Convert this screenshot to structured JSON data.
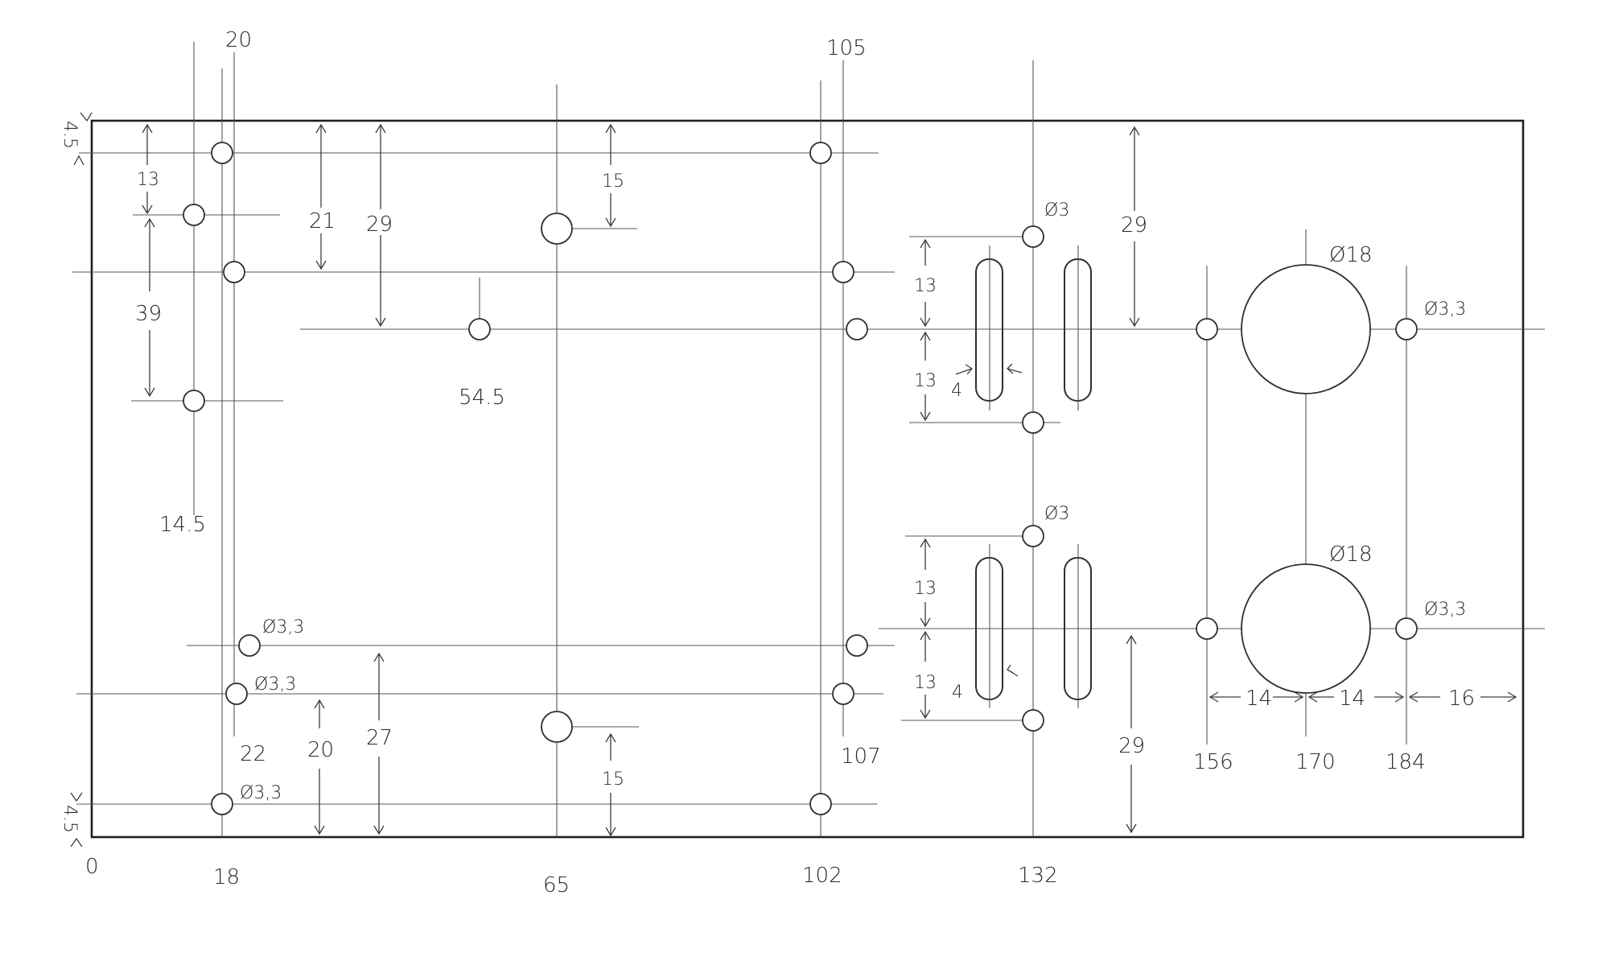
{
  "drawing": {
    "x_positions": [
      "0",
      "18",
      "20",
      "65",
      "102",
      "105",
      "132",
      "14.5",
      "54.5",
      "22",
      "107",
      "156",
      "170",
      "184"
    ],
    "edge_offsets": [
      "4.5",
      "4.5"
    ],
    "vertical_dimensions": {
      "left": [
        "13",
        "39",
        "21",
        "29",
        "20",
        "27"
      ],
      "center": [
        "15",
        "15"
      ],
      "slots": [
        "13",
        "13",
        "13",
        "13"
      ],
      "right": [
        "29",
        "29"
      ]
    },
    "horizontal_dimensions": [
      "14",
      "14",
      "16"
    ],
    "slot_widths": [
      "4",
      "4"
    ],
    "hole_callouts": {
      "d3": "Ø3",
      "d3_3": "Ø3,3",
      "d18": "Ø18"
    }
  }
}
